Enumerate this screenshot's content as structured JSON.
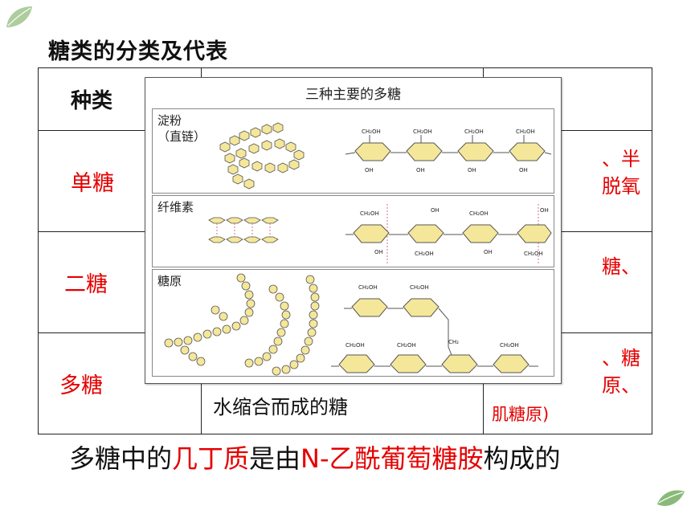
{
  "slide": {
    "title": "糖类的分类及代表",
    "table": {
      "header_first": "种类",
      "rows": [
        {
          "kind": "单糖",
          "examples_fragment": "、半\n脱氧"
        },
        {
          "kind": "二糖",
          "examples_fragment": "糖、"
        },
        {
          "kind": "多糖",
          "definition_fragment": "水缩合而成的糖",
          "examples_fragment": "、糖\n原、",
          "examples_bottom": "肌糖原)"
        }
      ]
    },
    "overlay": {
      "title": "三种主要的多糖",
      "panels": [
        {
          "label_line1": "淀粉",
          "label_line2": "（直链）"
        },
        {
          "label_line1": "纤维素",
          "label_line2": ""
        },
        {
          "label_line1": "糖原",
          "label_line2": ""
        }
      ],
      "formula_labels": {
        "ch2oh": "CH₂OH",
        "oh": "OH",
        "ch2": "CH₂"
      }
    },
    "bottom": {
      "part1": "多糖中的",
      "part2": "几丁质",
      "part3": "是由",
      "part4": "N-乙酰葡萄糖胺",
      "part5": "构成的"
    },
    "colors": {
      "accent_red": "#e60000",
      "ring_fill": "#f5e79a",
      "leaf_green": "#7cb36a"
    }
  }
}
